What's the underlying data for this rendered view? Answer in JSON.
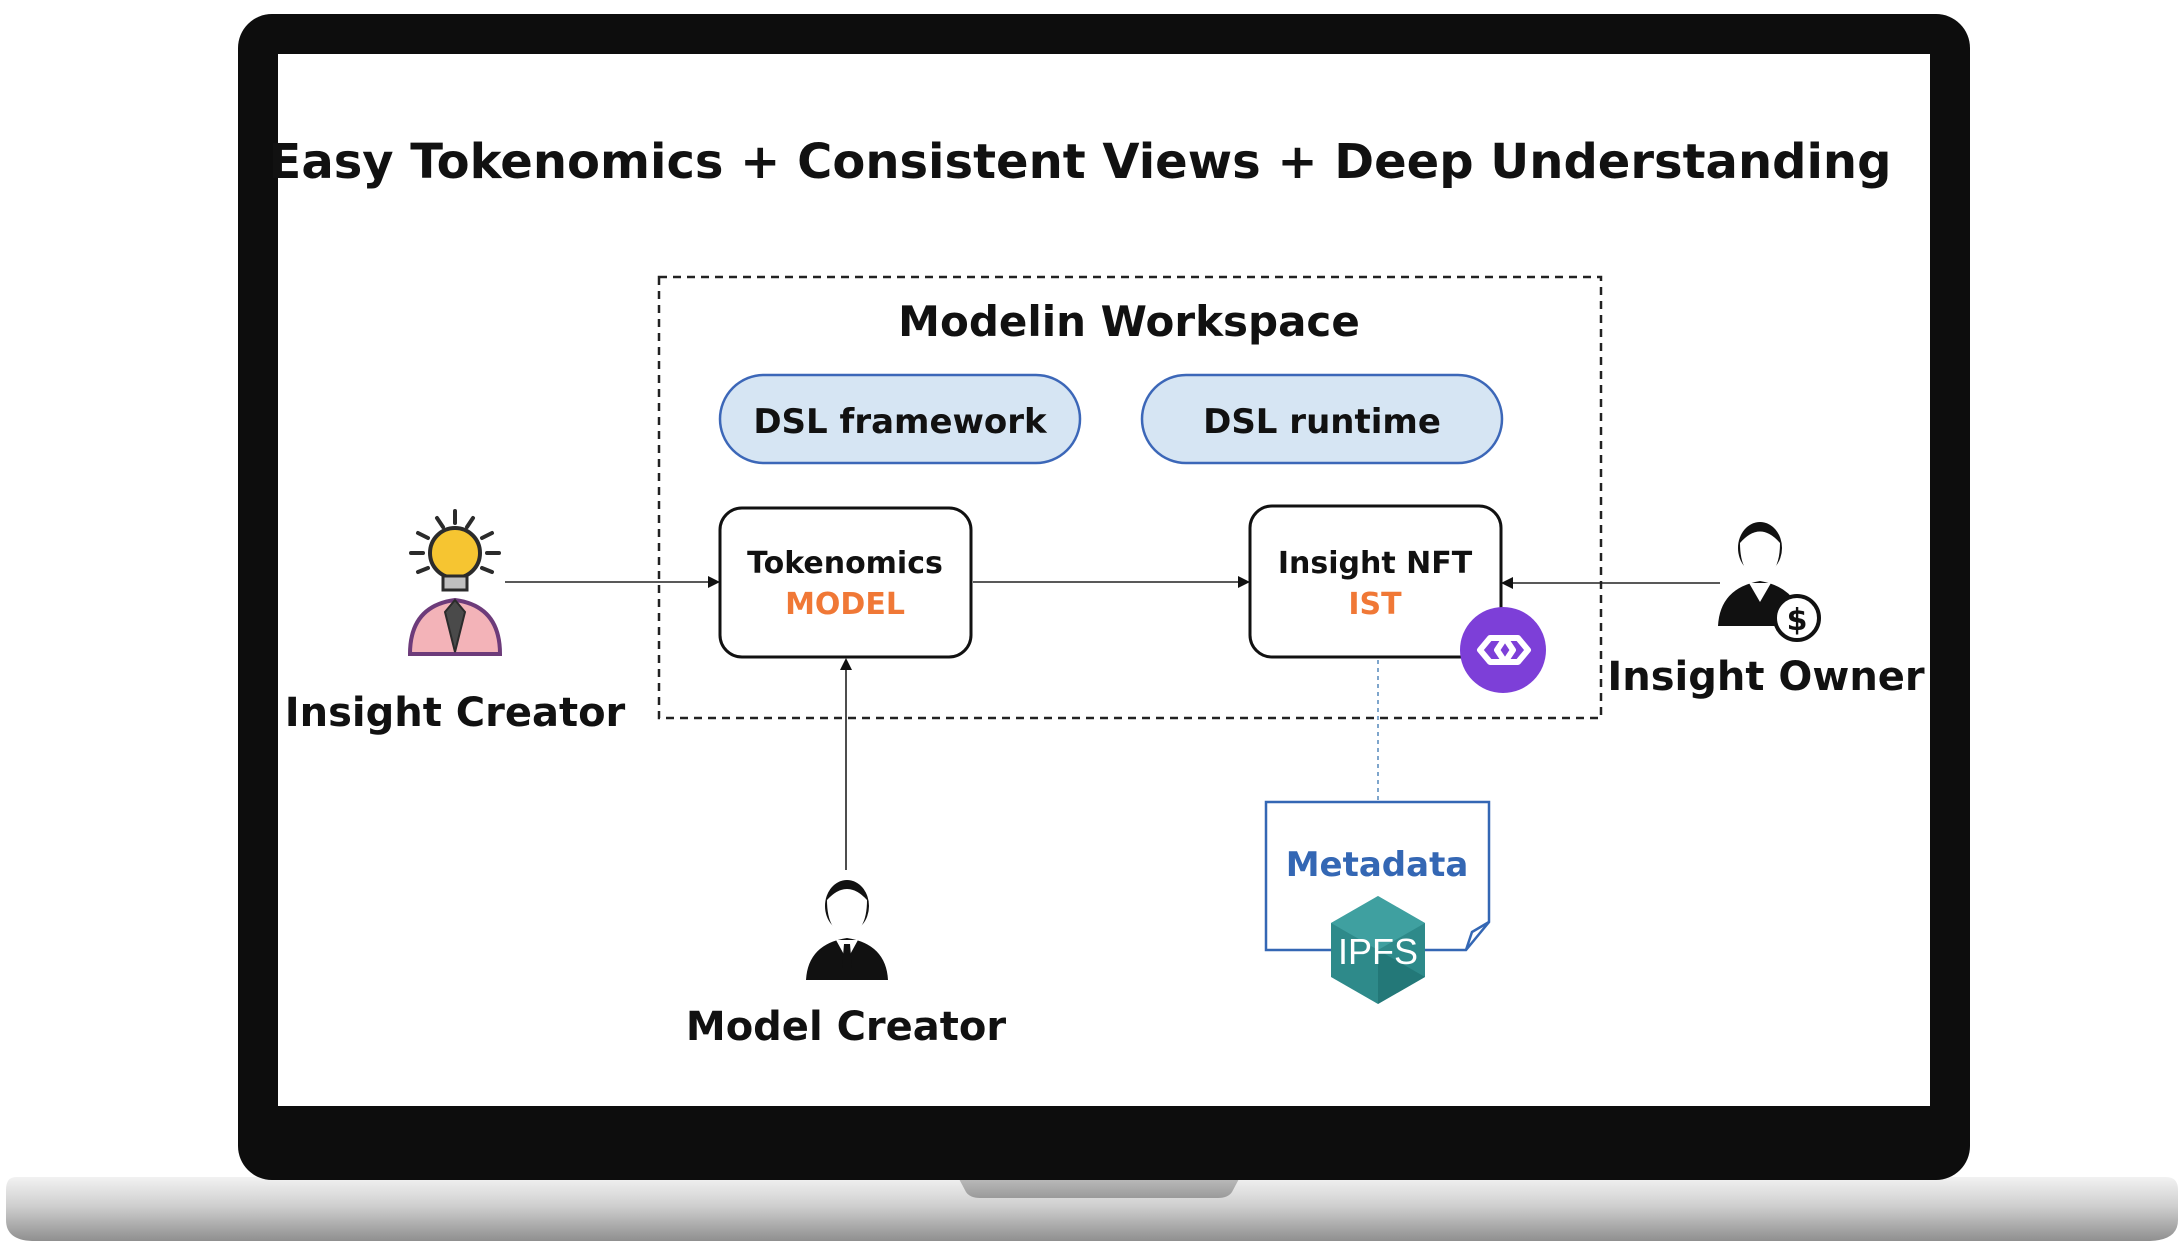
{
  "title": "Easy Tokenomics + Consistent Views + Deep Understanding",
  "workspace": {
    "label": "Modelin Workspace",
    "pills": [
      {
        "label": "DSL framework"
      },
      {
        "label": "DSL runtime"
      }
    ],
    "tokenomics_box": {
      "line1": "Tokenomics",
      "line2": "MODEL"
    },
    "nft_box": {
      "line1": "Insight NFT",
      "line2": "IST"
    }
  },
  "actors": {
    "insight_creator": "Insight Creator",
    "model_creator": "Model Creator",
    "insight_owner": "Insight Owner"
  },
  "metadata": {
    "label": "Metadata",
    "badge": "IPFS"
  },
  "colors": {
    "accent_orange": "#F07836",
    "pill_fill": "#D6E5F3",
    "pill_border": "#3C67B8",
    "metadata_blue": "#3467B4",
    "polygon_purple": "#7D3FD8",
    "ipfs_teal": "#2E8A8A"
  },
  "icons": {
    "insight_creator": "lightbulb-person-icon",
    "model_creator": "businessman-icon",
    "insight_owner": "businessman-dollar-icon",
    "polygon": "polygon-logo-icon",
    "ipfs": "ipfs-logo-icon"
  }
}
